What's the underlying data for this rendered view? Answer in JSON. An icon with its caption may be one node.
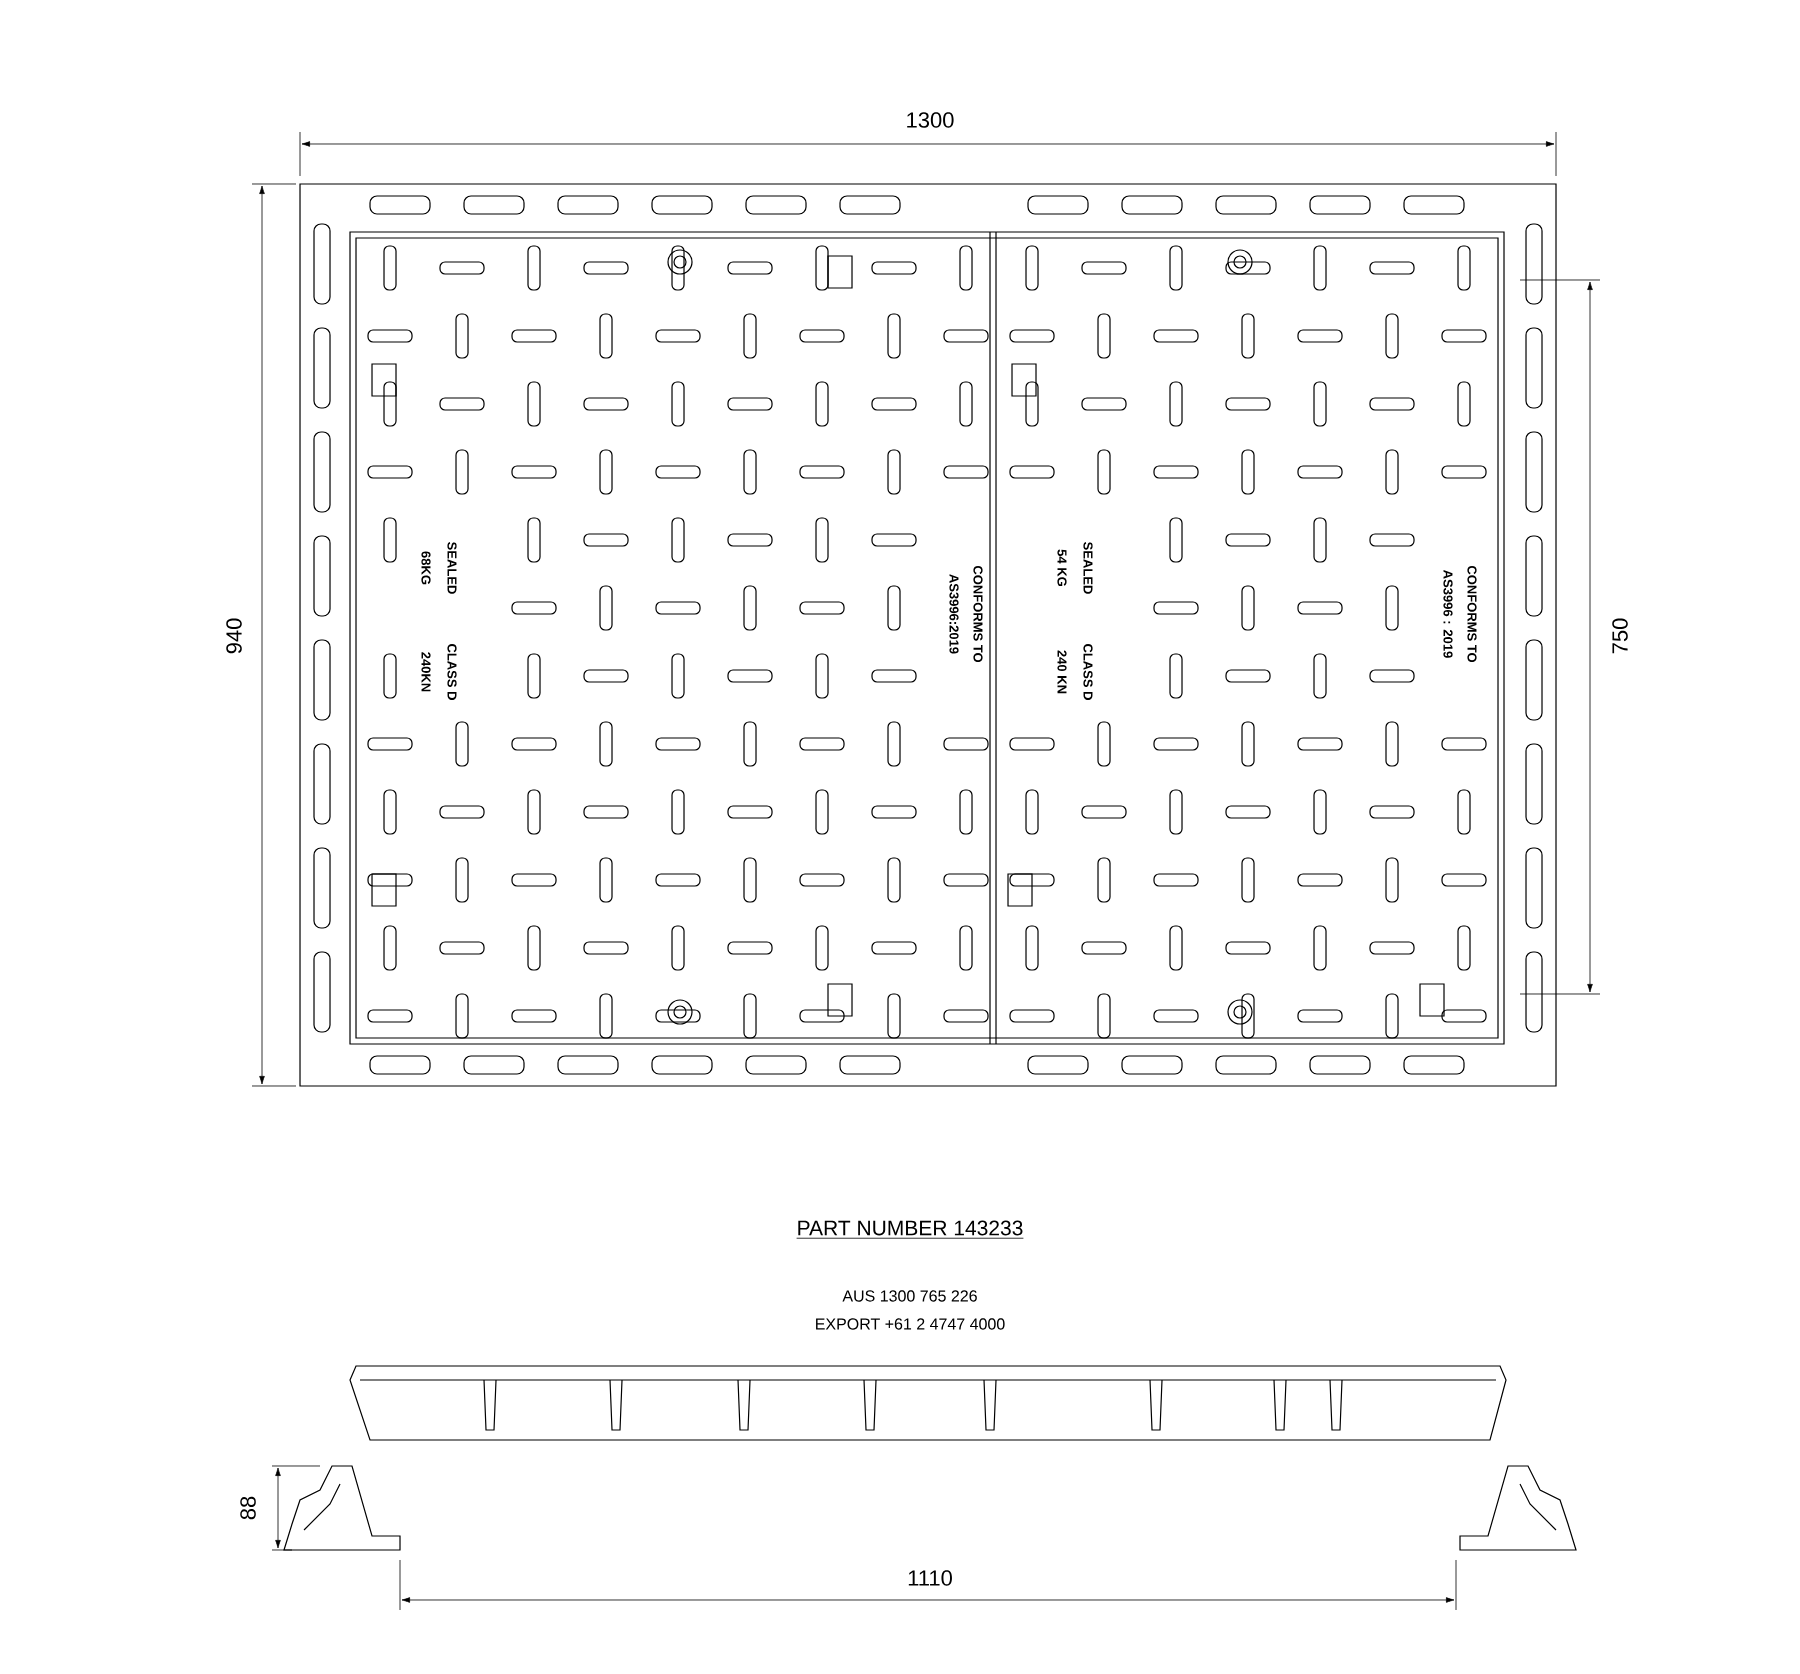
{
  "diagram": {
    "labels": [
      "1300",
      "940",
      "750",
      "CONFORMS TO",
      "AS3996:2019",
      "SEALED",
      "68KG",
      "CLASS D",
      "240KN",
      "CONFORMS TO",
      "AS3996 : 2019",
      "SEALED",
      "54 KG",
      "CLASS D",
      "240 KN",
      "PART NUMBER 143233",
      "AUS 1300 765 226",
      "EXPORT +61 2 4747 4000",
      "88",
      "1110"
    ]
  }
}
